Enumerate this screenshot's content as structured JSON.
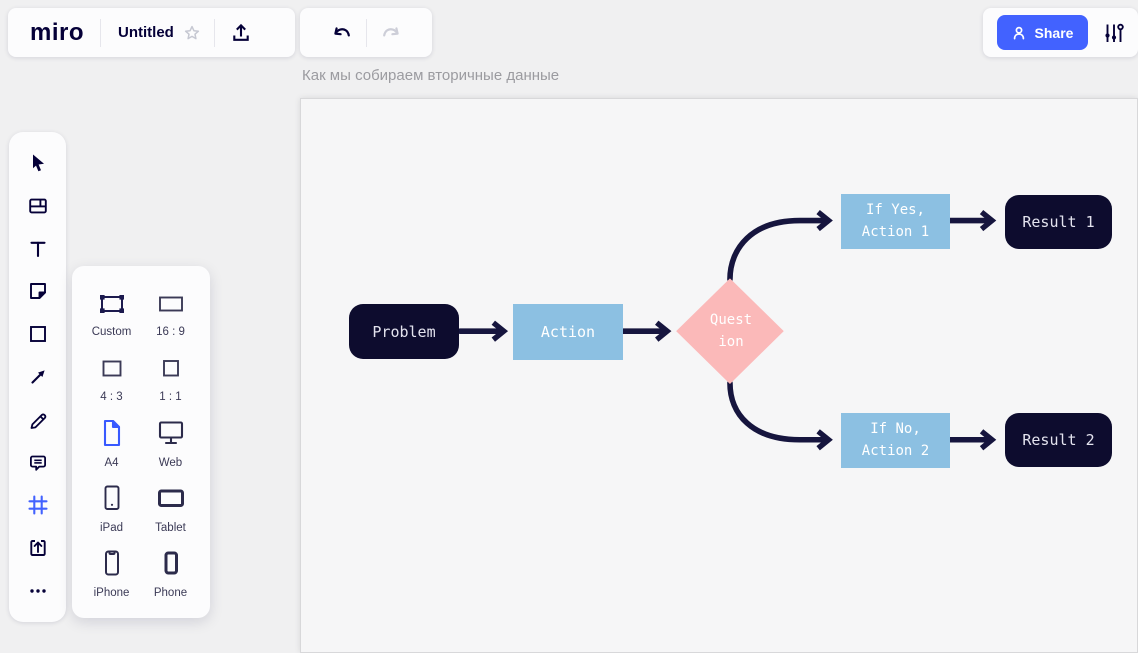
{
  "header": {
    "logo_text": "miro",
    "board_title": "Untitled",
    "share_button": "Share"
  },
  "frame": {
    "title": "Как мы собираем вторичные данные"
  },
  "flowchart": {
    "problem": "Problem",
    "action": "Action",
    "question": {
      "line1": "Quest",
      "line2": "ion"
    },
    "if_yes": {
      "line1": "If Yes,",
      "line2": "Action 1"
    },
    "result_1": "Result 1",
    "if_no": {
      "line1": "If No,",
      "line2": "Action 2"
    },
    "result_2": "Result 2"
  },
  "toolbar": {
    "items": [
      {
        "name": "select",
        "icon": "cursor-icon"
      },
      {
        "name": "templates",
        "icon": "templates-icon"
      },
      {
        "name": "text",
        "icon": "text-icon"
      },
      {
        "name": "sticky-note",
        "icon": "sticky-note-icon"
      },
      {
        "name": "shapes",
        "icon": "square-icon"
      },
      {
        "name": "connector",
        "icon": "arrow-icon"
      },
      {
        "name": "pen",
        "icon": "pen-icon"
      },
      {
        "name": "comment",
        "icon": "comment-icon"
      },
      {
        "name": "frame",
        "icon": "frame-icon",
        "active": true
      },
      {
        "name": "upload",
        "icon": "upload-icon"
      },
      {
        "name": "more",
        "icon": "dots-icon"
      }
    ]
  },
  "frame_picker": {
    "options": [
      {
        "label": "Custom"
      },
      {
        "label": "16 : 9"
      },
      {
        "label": "4 : 3"
      },
      {
        "label": "1 : 1"
      },
      {
        "label": "A4",
        "active": true
      },
      {
        "label": "Web"
      },
      {
        "label": "iPad"
      },
      {
        "label": "Tablet"
      },
      {
        "label": "iPhone"
      },
      {
        "label": "Phone"
      }
    ]
  },
  "colors": {
    "accent_blue": "#4262ff",
    "icon_navy": "#050038",
    "flow_dark_box": "#0d0c2e",
    "flow_blue_box": "#8cc0e2",
    "flow_pink_diamond": "#fbb9b9",
    "flow_arrow": "#16153e",
    "frame_bg": "#f6f6f7",
    "canvas_bg": "#f0f0f1"
  }
}
